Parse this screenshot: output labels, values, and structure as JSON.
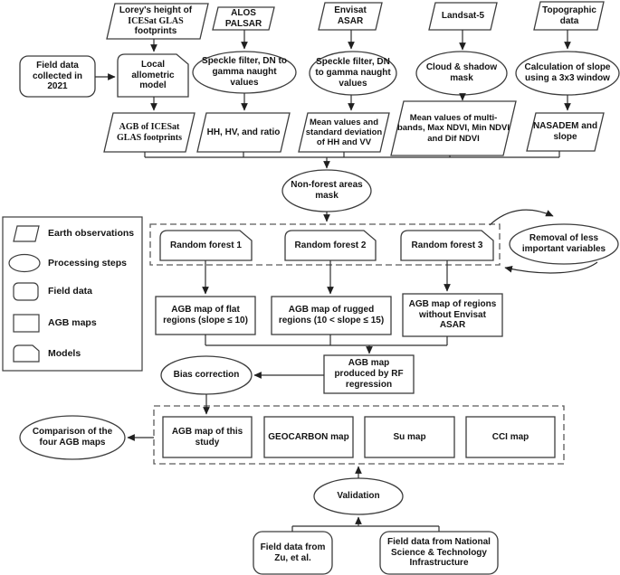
{
  "nodes": {
    "lorey": {
      "top": "Lorey's height of",
      "serif": "ICESat GLAS",
      "bottom": "footprints"
    },
    "alos": {
      "label": "ALOS PALSAR"
    },
    "envisat": {
      "label": "Envisat ASAR"
    },
    "landsat": {
      "label": "Landsat-5"
    },
    "topographic": {
      "label": "Topographic data"
    },
    "field2021": {
      "label": "Field data collected in 2021"
    },
    "allometric": {
      "label": "Local allometric model"
    },
    "speckle1": {
      "label": "Speckle filter, DN to gamma naught values"
    },
    "speckle2": {
      "label": "Speckle filter, DN to gamma naught values"
    },
    "cloud": {
      "label": "Cloud & shadow mask"
    },
    "slopecalc": {
      "label": "Calculation of slope using a 3x3 window"
    },
    "agb_icesat": {
      "label": "AGB of ICESat GLAS footprints"
    },
    "hhhv": {
      "label": "HH, HV, and ratio"
    },
    "meanhhvv": {
      "label": "Mean values and standard deviation of HH and VV"
    },
    "multibands": {
      "label": "Mean values of multi-bands, Max NDVI, Min NDVI and Dif NDVI"
    },
    "nasadem": {
      "label": "NASADEM and slope"
    },
    "nonforest": {
      "label": "Non-forest areas mask"
    },
    "rf1": {
      "label": "Random forest 1"
    },
    "rf2": {
      "label": "Random forest 2"
    },
    "rf3": {
      "label": "Random forest 3"
    },
    "removal": {
      "label": "Removal of less important variables"
    },
    "agb_flat": {
      "label": "AGB map of flat regions (slope ≤  10)"
    },
    "agb_rugged": {
      "label": "AGB map of rugged regions (10 < slope ≤  15)"
    },
    "agb_noasar": {
      "label": "AGB map of regions without Envisat ASAR"
    },
    "agb_rf": {
      "label": "AGB map produced by RF regression"
    },
    "bias": {
      "label": "Bias correction"
    },
    "agb_study": {
      "label": "AGB map of this study"
    },
    "geocarbon": {
      "label": "GEOCARBON map"
    },
    "sumap": {
      "label": "Su map"
    },
    "ccimap": {
      "label": "CCI map"
    },
    "comparison": {
      "label": "Comparison of the four AGB maps"
    },
    "validation": {
      "label": "Validation"
    },
    "field_zu": {
      "label": "Field data from Zu, et al."
    },
    "field_nsti": {
      "label": "Field data from National Science & Technology Infrastructure"
    }
  },
  "legend": {
    "items": [
      {
        "shape": "parallelogram",
        "label": "Earth observations"
      },
      {
        "shape": "ellipse",
        "label": "Processing steps"
      },
      {
        "shape": "rounded-rect",
        "label": "Field data"
      },
      {
        "shape": "rect",
        "label": "AGB maps"
      },
      {
        "shape": "model",
        "label": "Models"
      }
    ]
  },
  "colors": {
    "stroke": "#3d3d3d",
    "dashed_stroke": "#5a5a5a",
    "text": "#141414",
    "background": "#ffffff"
  }
}
